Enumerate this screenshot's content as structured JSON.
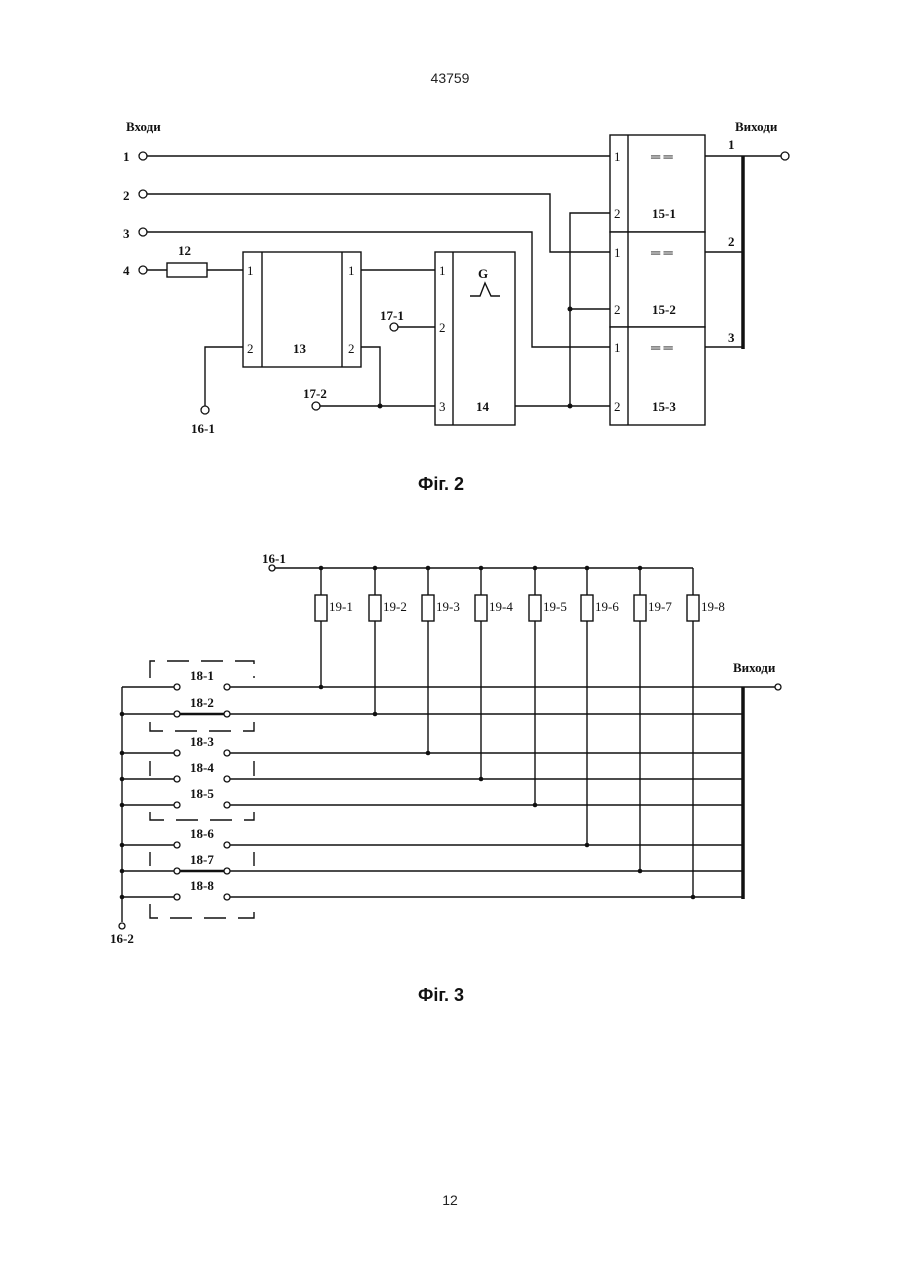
{
  "page": {
    "header": "43759",
    "number": "12"
  },
  "fig2": {
    "caption": "Фіг. 2",
    "inputs_label": "Входи",
    "outputs_label": "Виходи",
    "inputs": [
      "1",
      "2",
      "3",
      "4"
    ],
    "outputs": [
      "1",
      "2",
      "3"
    ],
    "resistor": "12",
    "block13": {
      "id": "13",
      "in1": "1",
      "in2": "2",
      "out1": "1",
      "out2": "2"
    },
    "block14": {
      "id": "14",
      "symbol": "G",
      "in1": "1",
      "in2": "2",
      "in3": "3"
    },
    "blocks15": [
      {
        "id": "15-1",
        "in1": "1",
        "in2": "2",
        "sym": "═ ═"
      },
      {
        "id": "15-2",
        "in1": "1",
        "in2": "2",
        "sym": "═ ═"
      },
      {
        "id": "15-3",
        "in1": "1",
        "in2": "2",
        "sym": "═ ═"
      }
    ],
    "terminals": {
      "t16_1": "16-1",
      "t17_1": "17-1",
      "t17_2": "17-2"
    }
  },
  "fig3": {
    "caption": "Фіг. 3",
    "outputs_label": "Виходи",
    "t16_1": "16-1",
    "t16_2": "16-2",
    "resistors": [
      "19-1",
      "19-2",
      "19-3",
      "19-4",
      "19-5",
      "19-6",
      "19-7",
      "19-8"
    ],
    "switches": [
      "18-1",
      "18-2",
      "18-3",
      "18-4",
      "18-5",
      "18-6",
      "18-7",
      "18-8"
    ]
  }
}
